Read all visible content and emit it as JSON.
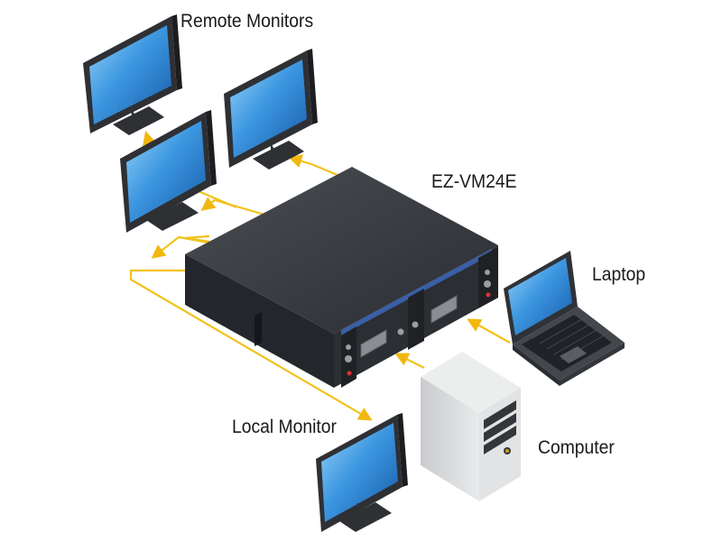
{
  "labels": {
    "remote_monitors": "Remote Monitors",
    "device": "EZ-VM24E",
    "laptop": "Laptop",
    "local_monitor": "Local Monitor",
    "computer": "Computer"
  },
  "colors": {
    "cable": "#F2C21B",
    "arrow": "#F2B70F",
    "screen_top": "#7FC8F5",
    "screen_bottom": "#1E6FC0",
    "bezel": "#3b3e42",
    "device_body": "#2f3236",
    "tower": "#d6d8da"
  },
  "icons": {
    "monitor": "monitor-icon",
    "laptop": "laptop-icon",
    "computer": "computer-tower-icon",
    "device": "distribution-amplifier-icon"
  }
}
